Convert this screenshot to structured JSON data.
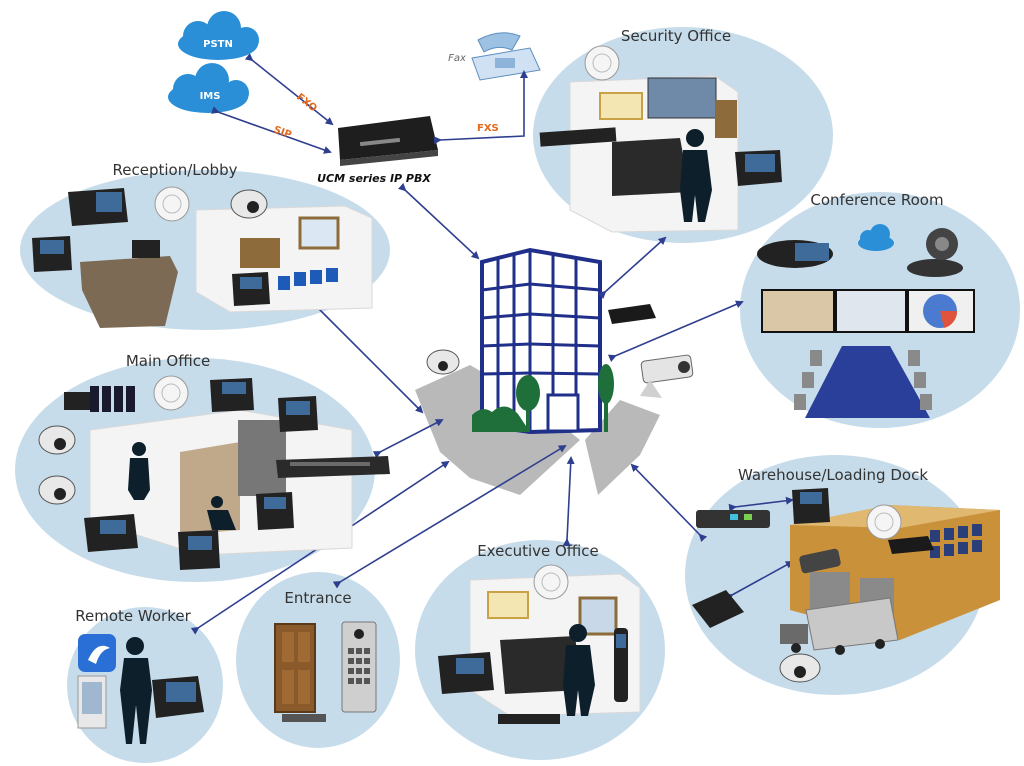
{
  "colors": {
    "zone_fill": "#c7dcea",
    "cloud_fill": "#2a8fd6",
    "arrow": "#2f3f8f",
    "link_label": "#e06a1e",
    "building": "#1f2f8a",
    "tree": "#1f6f3a",
    "platform": "#b9b9b9",
    "table": "#2a3f9a"
  },
  "clouds": {
    "pstn": "PSTN",
    "ims": "IMS"
  },
  "links": {
    "fxo": "FXO",
    "sip": "SIP",
    "fxs": "FXS"
  },
  "pbx": {
    "caption": "UCM series IP PBX"
  },
  "fax": {
    "label": "Fax"
  },
  "zones": {
    "security": "Security Office",
    "reception": "Reception/Lobby",
    "conference": "Conference Room",
    "main_office": "Main Office",
    "warehouse": "Warehouse/Loading Dock",
    "executive": "Executive Office",
    "entrance": "Entrance",
    "remote": "Remote Worker"
  },
  "icons": [
    "cloud-icon",
    "fax-machine-icon",
    "pbx-device-icon",
    "ip-phone-icon",
    "access-point-icon",
    "dome-camera-icon",
    "bullet-camera-icon",
    "network-switch-icon",
    "conference-phone-icon",
    "video-camera-icon",
    "building-icon",
    "door-icon",
    "door-intercom-icon",
    "person-icon",
    "truck-icon",
    "router-icon",
    "app-logo-icon"
  ]
}
